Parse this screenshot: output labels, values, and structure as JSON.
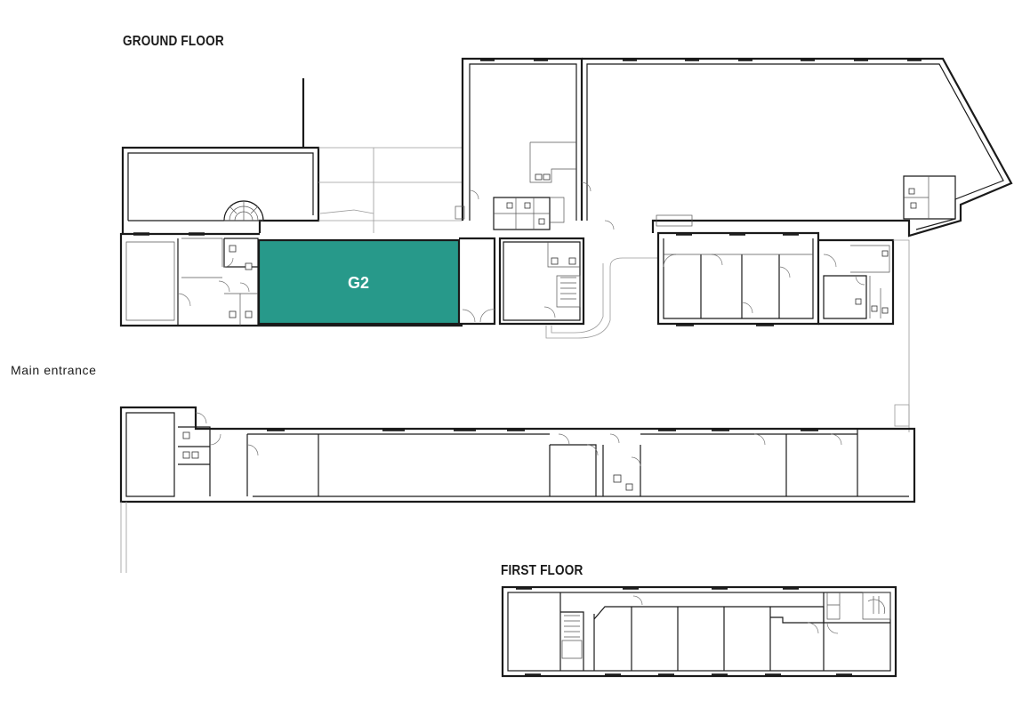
{
  "labels": {
    "ground_floor": "GROUND FLOOR",
    "first_floor": "FIRST FLOOR",
    "main_entrance": "Main entrance"
  },
  "highlighted_unit": {
    "name": "G2",
    "color": "#27998a"
  }
}
